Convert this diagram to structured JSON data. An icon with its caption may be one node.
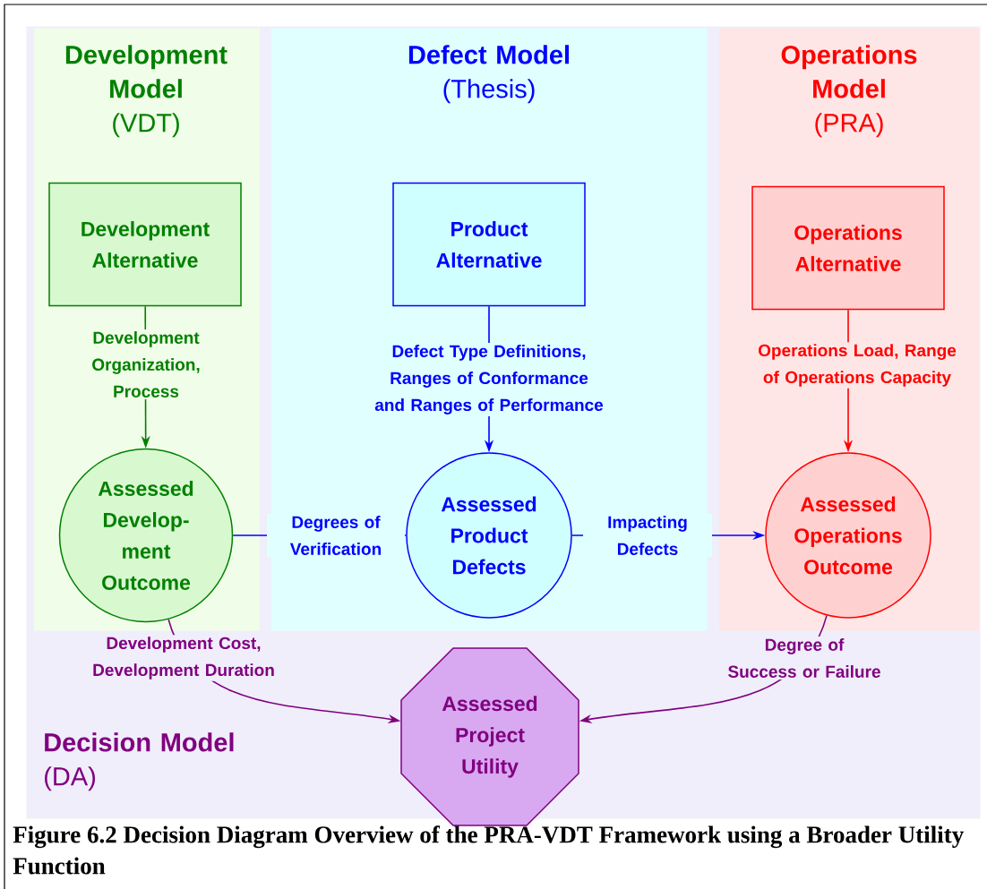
{
  "diagram": {
    "caption": "Figure 6.2 Decision Diagram Overview of the PRA-VDT Framework using a Broader Utility Function",
    "nodes": [
      {
        "text": [
          "Decision Model",
          "(DA)"
        ]
      },
      {
        "text": [
          "Development Model",
          "(VDT)"
        ],
        "in": 0
      },
      {
        "text": [
          "Defect Model",
          "(Thesis)"
        ],
        "in": 0
      },
      {
        "text": [
          "Operations Model",
          "(PRA)"
        ],
        "in": 0
      },
      {
        "text": [
          "Development Alternative"
        ],
        "in": 1
      },
      {
        "text": [
          "Product Alternative"
        ],
        "in": 2
      },
      {
        "text": [
          "Operations Alternative"
        ],
        "in": 3
      },
      {
        "text": [
          "Assessed Develop-ment Outcome"
        ],
        "in": 1
      },
      {
        "text": [
          "Assessed Product Defects"
        ],
        "in": 2
      },
      {
        "text": [
          "Assessed Operations Outcome"
        ],
        "in": 3
      },
      {
        "text": [
          "Assessed Project Utility"
        ],
        "in": 0
      }
    ],
    "edges": [
      {
        "from": 4,
        "to": 7,
        "arrow": "to",
        "label": "Development Organization, Process",
        "color": "#008000"
      },
      {
        "from": 5,
        "to": 8,
        "arrow": "to",
        "label": "Defect Type Definitions, Ranges of Conformance and Ranges of Performance"
      },
      {
        "from": 6,
        "to": 9,
        "arrow": "to",
        "label": "Operations Load, Range of Operations Capacity",
        "color": "#ff0000"
      },
      {
        "from": 7,
        "to": 8,
        "arrow": "none",
        "label": "Degrees of Verification"
      },
      {
        "from": 8,
        "to": 9,
        "arrow": "to",
        "label": "Impacting Defects"
      },
      {
        "from": 7,
        "to": 10,
        "arrow": "to",
        "label": "Development Cost, Development Duration",
        "color": "#800080"
      },
      {
        "from": 9,
        "to": 10,
        "arrow": "to",
        "label": "Degree of Success or Failure",
        "color": "#800080"
      }
    ]
  }
}
